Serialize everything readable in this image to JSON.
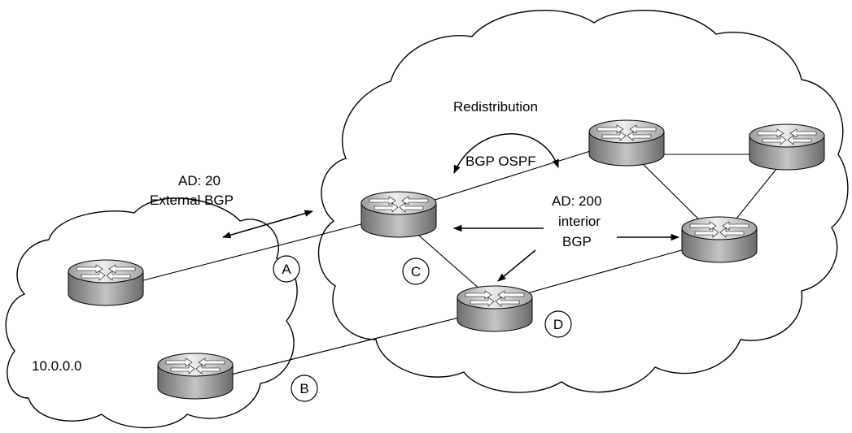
{
  "labels": {
    "redistribution": "Redistribution",
    "bgp_ospf": "BGP OSPF",
    "ext_ad": "AD: 20",
    "ext_type": "External BGP",
    "int_ad": "AD: 200",
    "int_type_1": "interior",
    "int_type_2": "BGP",
    "network": "10.0.0.0"
  },
  "markers": {
    "a": "A",
    "b": "B",
    "c": "C",
    "d": "D"
  },
  "colors": {
    "router_top": "#c9c9c9",
    "router_side": "#8a8a8a",
    "router_highlight": "#f2f2f2",
    "outline": "#000000"
  }
}
